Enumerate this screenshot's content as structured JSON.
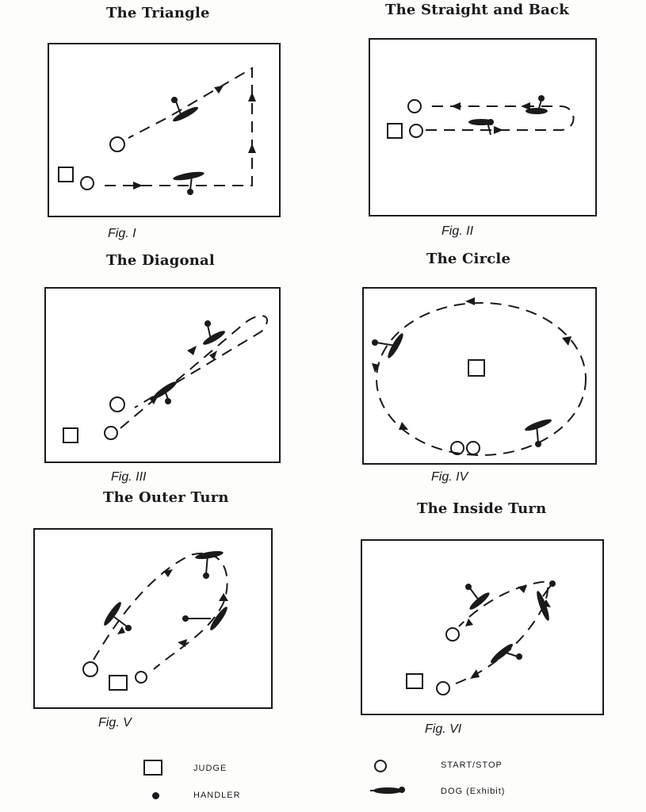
{
  "figures": [
    {
      "title": "The Triangle",
      "caption": "Fig. I"
    },
    {
      "title": "The Straight and Back",
      "caption": "Fig. II"
    },
    {
      "title": "The Diagonal",
      "caption": "Fig. III"
    },
    {
      "title": "The Circle",
      "caption": "Fig. IV"
    },
    {
      "title": "The Outer Turn",
      "caption": "Fig. V"
    },
    {
      "title": "The Inside Turn",
      "caption": "Fig. VI"
    }
  ],
  "legend": {
    "judge": "JUDGE",
    "start_stop": "START/STOP",
    "handler": "HANDLER",
    "dog": "DOG (Exhibit)"
  },
  "icons": {
    "judge": "square-outline-icon",
    "start_stop": "circle-outline-icon",
    "handler": "filled-dot-icon",
    "dog": "dog-silhouette-icon"
  }
}
